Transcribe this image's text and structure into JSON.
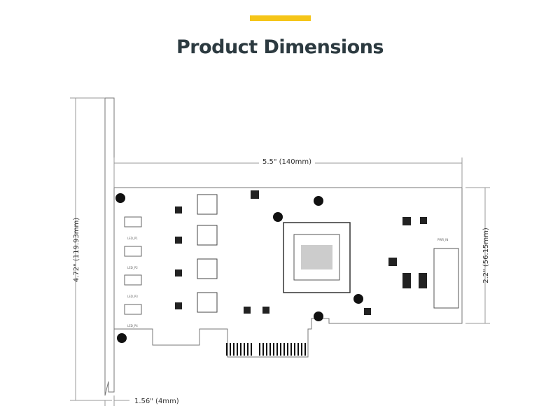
{
  "header": {
    "title": "Product Dimensions",
    "accent_color": "#f5c518",
    "title_color": "#2c3a40"
  },
  "dimensions": {
    "width": "5.5\" (140mm)",
    "height_left": "4.72\" (119.93mm)",
    "height_right": "2.2\" (56.15mm)",
    "bracket": "1.56\" (4mm)"
  },
  "board": {
    "port_labels": [
      "LED_P1",
      "LED_P2",
      "LED_P3",
      "LED_P4"
    ],
    "chip_label": "PWR_IN"
  }
}
